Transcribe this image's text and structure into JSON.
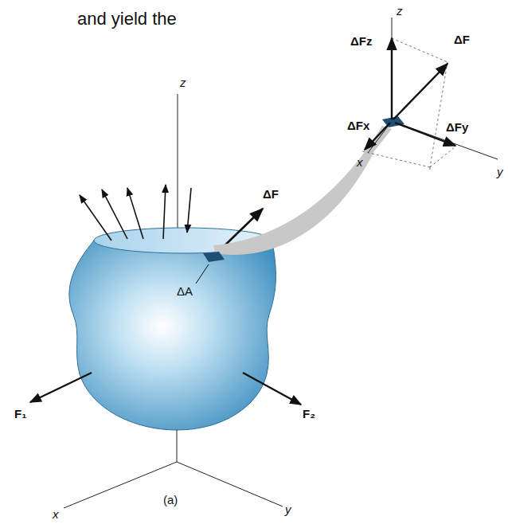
{
  "diagram": {
    "labels": [
      "and yield the",
      "z",
      "ΔFz",
      "ΔF",
      "ΔFx",
      "x",
      "ΔFy",
      "y",
      "z",
      "ΔF",
      "ΔA",
      "F₁",
      "F₂",
      "x",
      "y",
      "(a)"
    ]
  }
}
